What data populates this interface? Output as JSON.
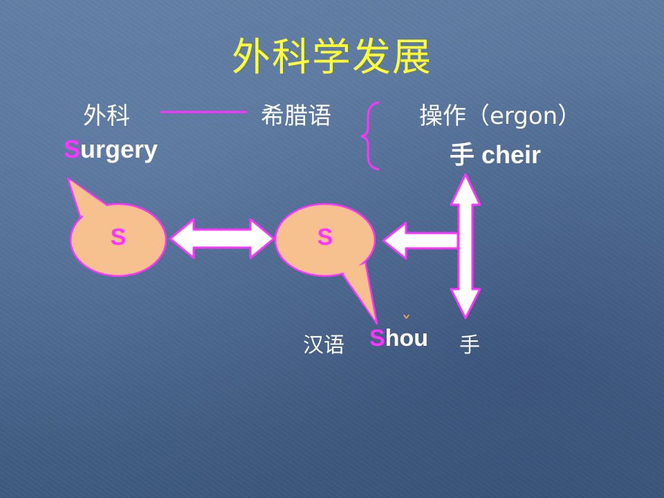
{
  "title": "外科学发展",
  "row1": {
    "waike": "外科",
    "greek": "希腊语",
    "operation": "操作（ergon）"
  },
  "row2": {
    "surgery_initial": "S",
    "surgery_rest": "urgery",
    "hand_cheir": "手 cheir"
  },
  "bubbles": {
    "left_label": "S",
    "right_label": "S"
  },
  "bottom": {
    "chinese": "汉语",
    "shou_initial": "S",
    "shou_h": "h",
    "shou_o": "o",
    "shou_u": "u",
    "tone_mark": "ˇ",
    "hand": "手"
  },
  "colors": {
    "title": "#ffff33",
    "accent": "#ff33ff",
    "bubble_fill": "#f7c08f",
    "arrow_fill": "#ffffff",
    "tone_mark": "#f2a060"
  }
}
